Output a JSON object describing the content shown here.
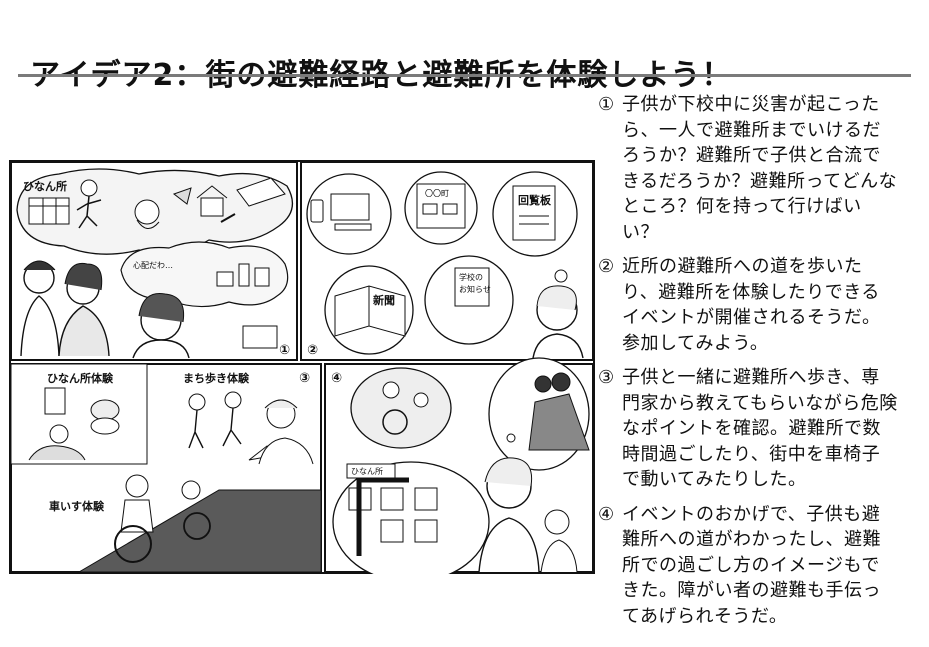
{
  "slide": {
    "title": "アイデア2：街の避難経路と避難所を体験しよう！"
  },
  "comic": {
    "panel1": {
      "label": "ひなん所",
      "worry": "心配だわ…",
      "number": "①"
    },
    "panel2": {
      "number": "②",
      "tablet": "回覧板",
      "newspaper": "新聞",
      "poster": "〇〇町",
      "flyer_line1": "学校の",
      "flyer_line2": "お知らせ"
    },
    "panel3": {
      "number": "③",
      "label_shelter": "ひなん所体験",
      "label_walk": "まち歩き体験",
      "label_wheelchair": "車いす体験"
    },
    "panel4": {
      "number": "④",
      "map_sign": "ひなん所"
    }
  },
  "notes": [
    {
      "num": "①",
      "text": "子供が下校中に災害が起こったら、一人で避難所までいけるだろうか？避難所で子供と合流できるだろうか？避難所ってどんなところ？何を持って行けばいい？"
    },
    {
      "num": "②",
      "text": "近所の避難所への道を歩いたり、避難所を体験したりできるイベントが開催されるそうだ。参加してみよう。"
    },
    {
      "num": "③",
      "text": "子供と一緒に避難所へ歩き、専門家から教えてもらいながら危険なポイントを確認。避難所で数時間過ごしたり、街中を車椅子で動いてみたりした。"
    },
    {
      "num": "④",
      "text": "イベントのおかげで、子供も避難所への道がわかったし、避難所での過ごし方のイメージもできた。障がい者の避難も手伝ってあげられそうだ。"
    }
  ]
}
